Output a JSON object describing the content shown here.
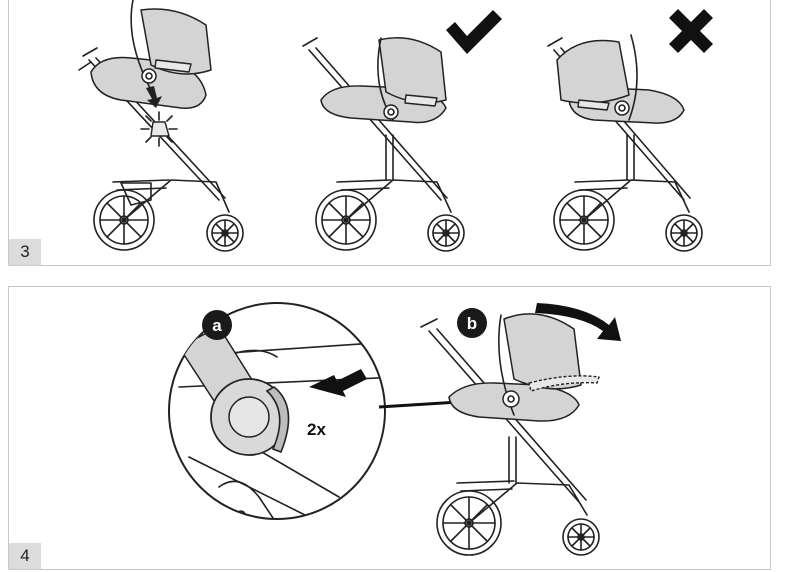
{
  "panels": [
    {
      "step": "3"
    },
    {
      "step": "4"
    }
  ],
  "callouts": {
    "a": "a",
    "b": "b",
    "press_count": "2x"
  },
  "icons": {
    "correct": "check-mark-icon",
    "incorrect": "cross-mark-icon"
  },
  "colors": {
    "shade": "#d4d4d4",
    "ink": "#222222",
    "badge": "#1a1a1a",
    "step_label_bg": "#dcdcdc"
  }
}
